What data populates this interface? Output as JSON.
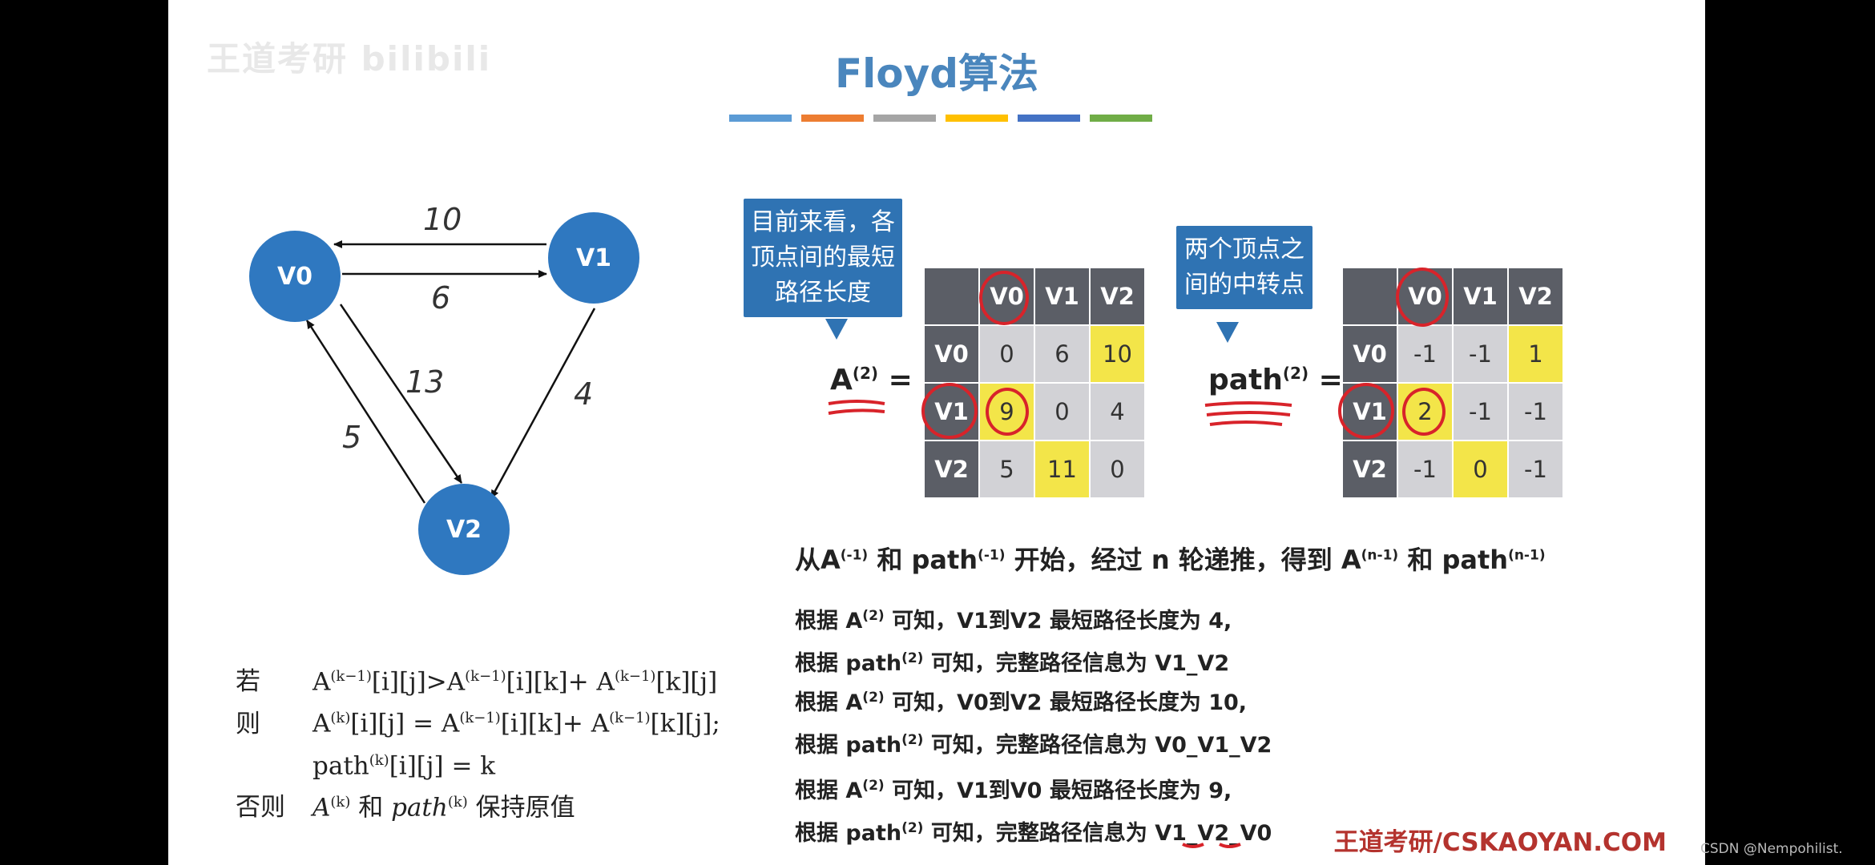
{
  "watermark": "王道考研 bilibili",
  "title": "Floyd算法",
  "title_bar_colors": [
    "#5b9bd5",
    "#ed7d31",
    "#a5a5a5",
    "#ffc000",
    "#4472c4",
    "#70ad47"
  ],
  "graph": {
    "nodes": [
      "V0",
      "V1",
      "V2"
    ],
    "edges": [
      {
        "from": "V1",
        "to": "V0",
        "weight": "10"
      },
      {
        "from": "V0",
        "to": "V1",
        "weight": "6"
      },
      {
        "from": "V0",
        "to": "V2",
        "weight": "13"
      },
      {
        "from": "V1",
        "to": "V2",
        "weight": "4"
      },
      {
        "from": "V2",
        "to": "V0",
        "weight": "5"
      }
    ]
  },
  "callout_a": {
    "line1": "目前来看，各",
    "line2": "顶点间的最短",
    "line3": "路径长度"
  },
  "callout_path": {
    "line1": "两个顶点之",
    "line2": "间的中转点"
  },
  "matrix_a": {
    "label": "A",
    "sup": "(2)",
    "eq": "=",
    "headers": [
      "V0",
      "V1",
      "V2"
    ],
    "rows": [
      {
        "head": "V0",
        "cells": [
          "0",
          "6",
          "10"
        ]
      },
      {
        "head": "V1",
        "cells": [
          "9",
          "0",
          "4"
        ]
      },
      {
        "head": "V2",
        "cells": [
          "5",
          "11",
          "0"
        ]
      }
    ]
  },
  "matrix_path": {
    "label": "path",
    "sup": "(2)",
    "eq": "=",
    "headers": [
      "V0",
      "V1",
      "V2"
    ],
    "rows": [
      {
        "head": "V0",
        "cells": [
          "-1",
          "-1",
          "1"
        ]
      },
      {
        "head": "V1",
        "cells": [
          "2",
          "-1",
          "-1"
        ]
      },
      {
        "head": "V2",
        "cells": [
          "-1",
          "0",
          "-1"
        ]
      }
    ]
  },
  "summary": {
    "p1": "从A",
    "s1": "(-1)",
    "p2": " 和 path",
    "s2": "(-1)",
    "p3": " 开始，经过 n 轮递推，得到 A",
    "s3": "(n-1)",
    "p4": " 和 path",
    "s4": "(n-1)"
  },
  "examples": [
    {
      "a_pre": "根据 A",
      "a_sup": "(2)",
      "a_post": " 可知，V1到V2 最短路径长度为 4,",
      "p_pre": "根据 path",
      "p_sup": "(2)",
      "p_post": "  可知，完整路径信息为 V1_V2"
    },
    {
      "a_pre": "根据 A",
      "a_sup": "(2)",
      "a_post": " 可知，V0到V2 最短路径长度为 10,",
      "p_pre": "根据 path",
      "p_sup": "(2)",
      "p_post": "  可知，完整路径信息为 V0_V1_V2"
    },
    {
      "a_pre": "根据 A",
      "a_sup": "(2)",
      "a_post": " 可知，V1到V0 最短路径长度为 9,",
      "p_pre": "根据 path",
      "p_sup": "(2)",
      "p_post": "  可知，完整路径信息为 V1_V2_V0"
    }
  ],
  "formula": {
    "if_word": "若",
    "if_expr_1": "A",
    "if_sup_1": "(k−1)",
    "if_expr_2": "[i][j]>A",
    "if_sup_2": "(k−1)",
    "if_expr_3": "[i][k]+ A",
    "if_sup_3": "(k−1)",
    "if_expr_4": "[k][j]",
    "then_word": "则",
    "then_expr_1": "A",
    "then_sup_1": "(k)",
    "then_expr_2": "[i][j] = A",
    "then_sup_2": "(k−1)",
    "then_expr_3": "[i][k]+ A",
    "then_sup_3": "(k−1)",
    "then_expr_4": "[k][j];",
    "path_expr_1": "path",
    "path_sup_1": "(k)",
    "path_expr_2": "[i][j] = k",
    "else_word": "否则",
    "else_expr_1": "A",
    "else_sup_1": "(k)",
    "else_mid": " 和 ",
    "else_expr_2": "path",
    "else_sup_2": "(k)",
    "else_post": " 保持原值"
  },
  "brand": "王道考研/CSKAOYAN.COM",
  "csdn": "CSDN @Nempohilist."
}
